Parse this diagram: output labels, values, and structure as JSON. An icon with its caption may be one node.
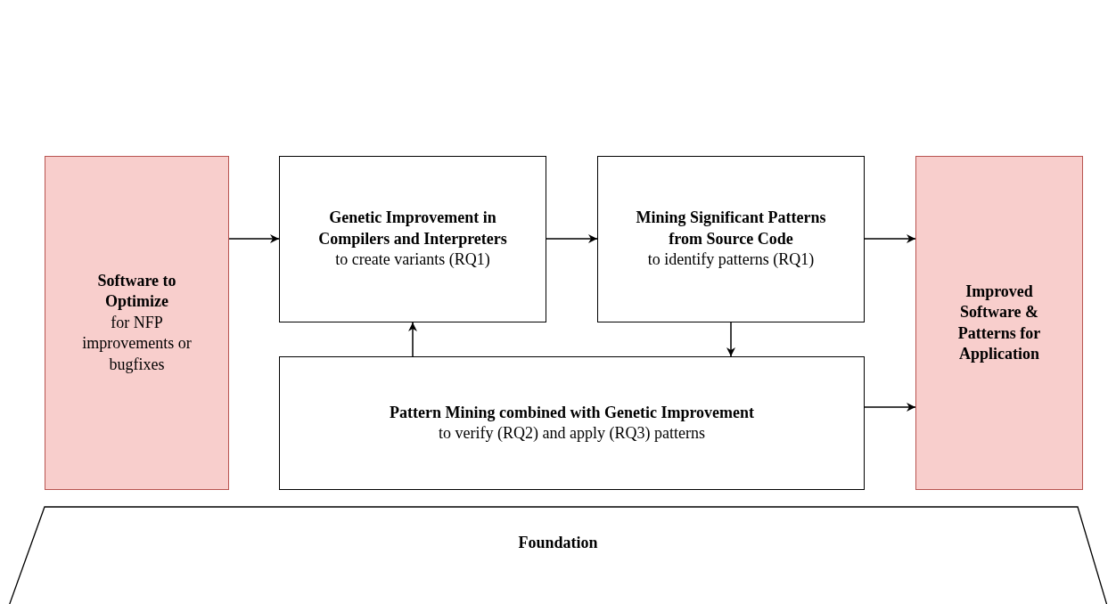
{
  "diagram": {
    "nodes": [
      {
        "text": [
          "Software to Optimize",
          "for NFP improvements or bugfixes"
        ]
      },
      {
        "text": [
          "Genetic Improvement in Compilers and Interpreters",
          "to create variants (RQ1)"
        ]
      },
      {
        "text": [
          "Mining Significant Patterns from Source Code",
          "to identify patterns (RQ1)"
        ]
      },
      {
        "text": [
          "Improved Software & Patterns for Application"
        ]
      },
      {
        "text": [
          "Pattern Mining combined with Genetic Improvement",
          "to verify (RQ2) and apply (RQ3) patterns"
        ]
      },
      {
        "text": [
          "Foundation"
        ]
      }
    ],
    "edges": [
      {
        "from": 0,
        "to": 1,
        "arrow": "to"
      },
      {
        "from": 1,
        "to": 2,
        "arrow": "to"
      },
      {
        "from": 2,
        "to": 3,
        "arrow": "to"
      },
      {
        "from": 2,
        "to": 4,
        "arrow": "to"
      },
      {
        "from": 4,
        "to": 1,
        "arrow": "to"
      },
      {
        "from": 4,
        "to": 3,
        "arrow": "to"
      }
    ]
  }
}
